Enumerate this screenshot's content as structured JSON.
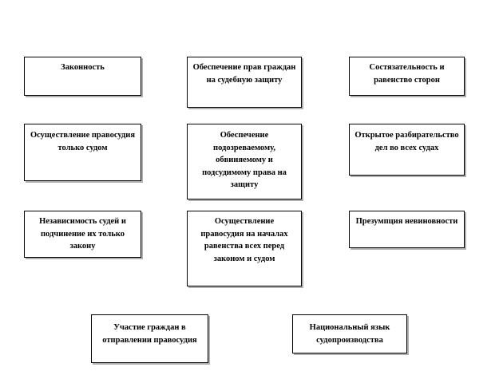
{
  "principles": [
    {
      "text": "Законность"
    },
    {
      "text": "Обеспечение прав граждан на судебную защиту"
    },
    {
      "text": "Состязательность и равенство сторон"
    },
    {
      "text": "Осуществление правосудия только судом"
    },
    {
      "text": "Обеспечение подозреваемому, обвиняемому и подсудимому права на защиту"
    },
    {
      "text": "Открытое разбирательство дел во всех судах"
    },
    {
      "text": "Независимость судей и подчинение их только закону"
    },
    {
      "text": "Осуществление правосудия на началах равенства всех перед законом и судом"
    },
    {
      "text": "Презумпция невиновности"
    },
    {
      "text": "Участие граждан в отправлении правосудия"
    },
    {
      "text": "Национальный язык судопроизводства"
    }
  ]
}
